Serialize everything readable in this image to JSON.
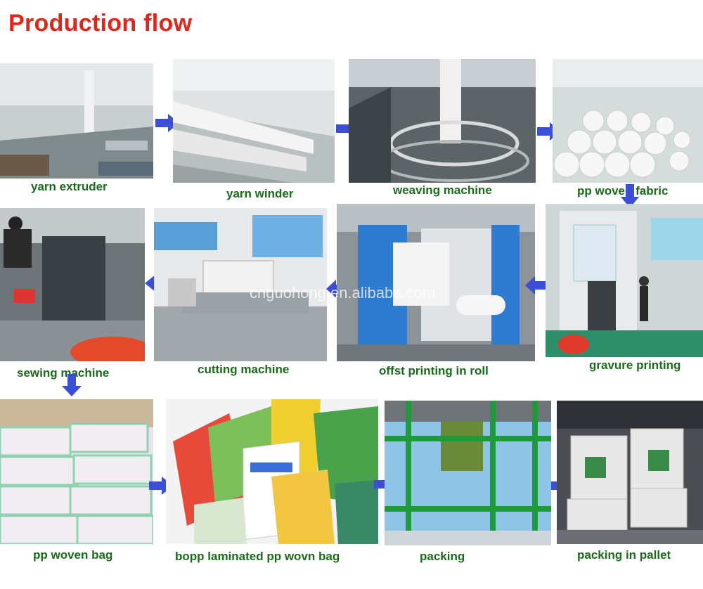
{
  "title": "Production flow",
  "watermark": "cnguohong.en.alibaba.com",
  "steps": [
    {
      "label": "yarn extruder"
    },
    {
      "label": "yarn winder"
    },
    {
      "label": "weaving machine"
    },
    {
      "label": "pp woven fabric"
    },
    {
      "label": "gravure printing"
    },
    {
      "label": "offst printing in roll"
    },
    {
      "label": "cutting machine"
    },
    {
      "label": "sewing machine"
    },
    {
      "label": "pp woven bag"
    },
    {
      "label": "bopp laminated pp wovn bag"
    },
    {
      "label": "packing"
    },
    {
      "label": "packing in pallet"
    }
  ],
  "colors": {
    "title": "#e0261a",
    "caption": "#1a6b1a",
    "arrow": "#3b4fd6"
  }
}
